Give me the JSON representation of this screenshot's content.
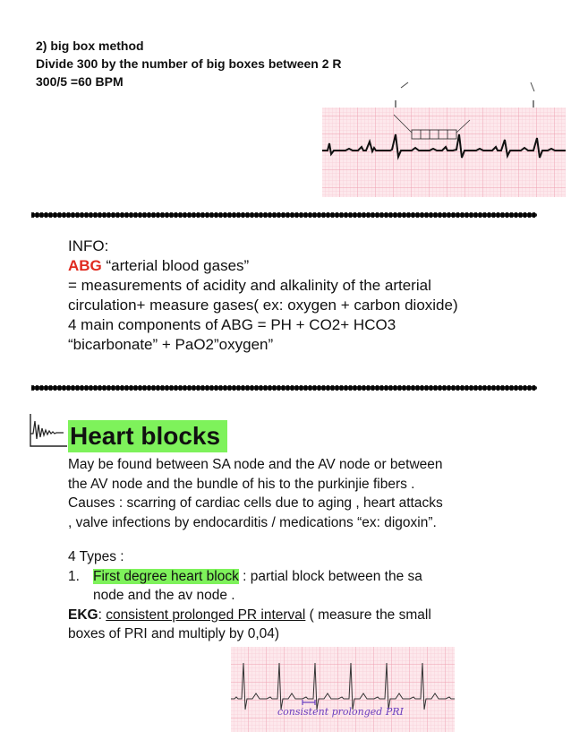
{
  "method": {
    "title": "2) big box method",
    "line1": "Divide 300 by the number of big boxes between 2 R",
    "line2": "300/5 =60 BPM"
  },
  "info": {
    "heading": "INFO:",
    "abg_term": "ABG",
    "abg_expansion": " “arterial blood gases”",
    "line2": "= measurements of acidity and alkalinity of the arterial",
    "line3": "circulation+ measure gases( ex: oxygen + carbon dioxide)",
    "line4": "4 main components of ABG = PH + CO2+ HCO3",
    "line5": "“bicarbonate” + PaO2”oxygen”"
  },
  "heart_blocks": {
    "title": "Heart blocks",
    "desc1": "May be found between SA node and the AV node or between",
    "desc2": "the AV node and the bundle of his to the purkinjie fibers .",
    "desc3": "Causes : scarring of cardiac cells due to aging , heart attacks",
    "desc4": ", valve infections by endocarditis / medications “ex: digoxin”.",
    "types_heading": "4 Types :",
    "item1_number": "1.",
    "item1_highlight": "First degree heart block",
    "item1_rest": " : partial block between the sa",
    "item1_cont": "node and the av node .",
    "ekg_label": "EKG",
    "ekg_colon": ":  ",
    "ekg_underlined": "consistent prolonged PR interval",
    "ekg_rest": " ( measure the small",
    "ekg_cont": "boxes of PRI and multiply by 0,04)",
    "strip_caption": "consistent prolonged PRI"
  },
  "colors": {
    "highlight": "#7ef25b",
    "abg_red": "#e02a1f",
    "ecg_grid_bg": "#fbe3e8",
    "ecg_grid_line": "#f1a9b8",
    "ecg_caption": "#6b3fbf"
  },
  "icons": [
    "pulse-waveform-icon"
  ]
}
